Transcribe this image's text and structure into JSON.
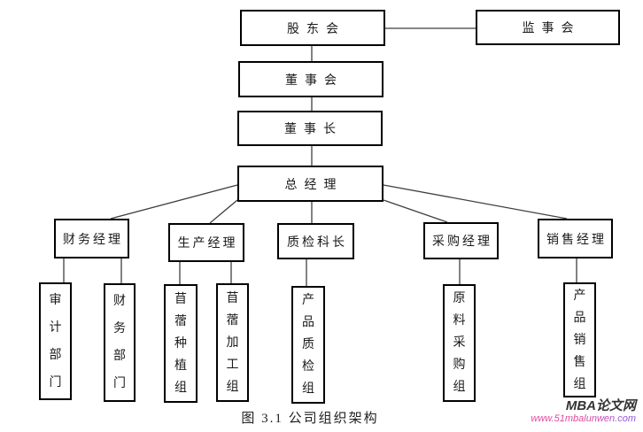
{
  "caption": "图 3.1 公司组织架构",
  "nodes": {
    "shareholders_meeting": "股东会",
    "supervisory_board": "监事会",
    "board_of_directors": "董事会",
    "chairman": "董事长",
    "general_manager": "总经理",
    "managers": [
      "财务经理",
      "生产经理",
      "质检科长",
      "采购经理",
      "销售经理"
    ],
    "departments": [
      "审计部门",
      "财务部门",
      "苜蓿种植组",
      "苜蓿加工组",
      "产品质检组",
      "原料采购组",
      "产品销售组"
    ]
  },
  "watermark": {
    "brand": "MBA论文网",
    "url": "www.51mbalunwen.com",
    "brand_color": "#333333",
    "url_color": "#e0459e"
  },
  "colors": {
    "box_border": "#000000",
    "connector_line": "#3f3f3f",
    "background": "#ffffff"
  }
}
